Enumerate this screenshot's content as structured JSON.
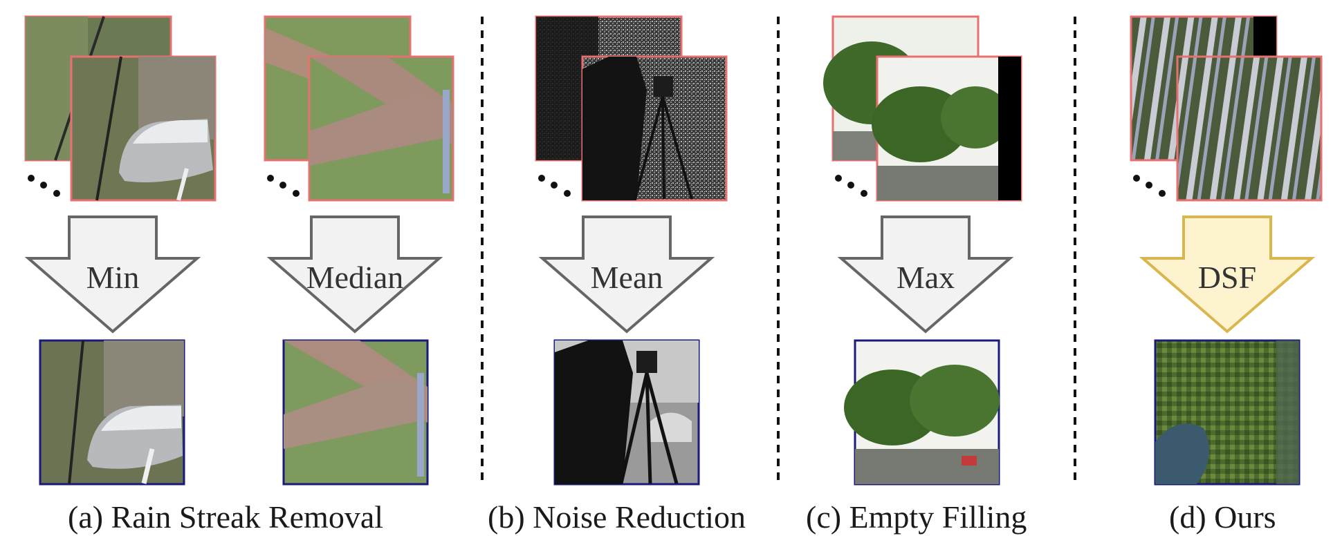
{
  "operations": [
    {
      "id": "min",
      "label": "Min",
      "style": "gray"
    },
    {
      "id": "median",
      "label": "Median",
      "style": "gray"
    },
    {
      "id": "mean",
      "label": "Mean",
      "style": "gray"
    },
    {
      "id": "max",
      "label": "Max",
      "style": "gray"
    },
    {
      "id": "dsf",
      "label": "DSF",
      "style": "gold"
    }
  ],
  "captions": {
    "a": "(a) Rain Streak Removal",
    "b": "(b) Noise Reduction",
    "c": "(c) Empty Filling",
    "d": "(d) Ours"
  },
  "colors": {
    "input_frame_border": "#e87070",
    "output_border": "#1a1a7a",
    "arrow_gray_fill": "#f2f2f2",
    "arrow_gray_stroke": "#666666",
    "arrow_gold_fill": "#fdf3cf",
    "arrow_gold_stroke": "#d9b64e",
    "divider": "#111111"
  }
}
